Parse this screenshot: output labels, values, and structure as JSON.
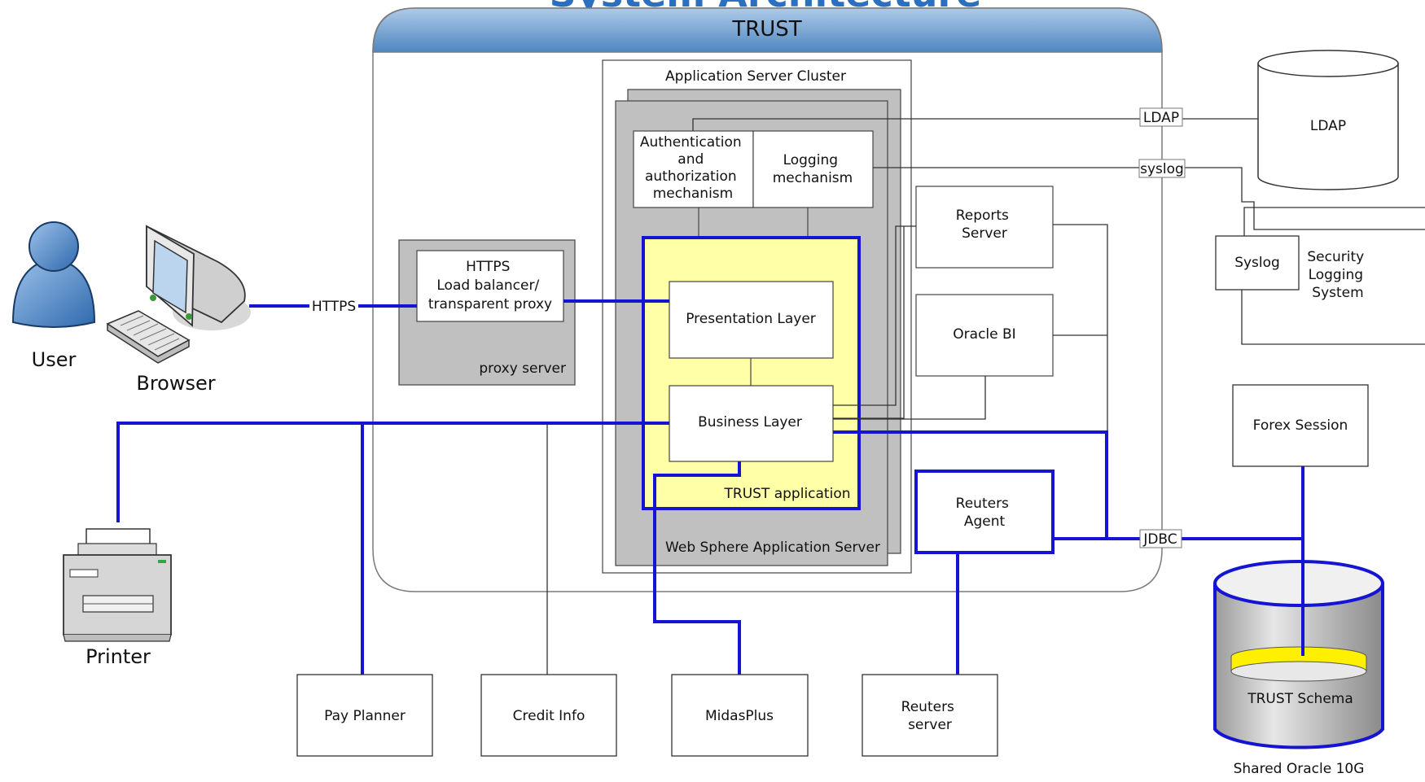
{
  "title_partial": "System Architecture",
  "trust_header": "TRUST",
  "user_label": "User",
  "browser_label": "Browser",
  "printer_label": "Printer",
  "proxy": {
    "box_line1": "HTTPS",
    "box_line2": "Load balancer/",
    "box_line3": "transparent proxy",
    "server_label": "proxy server"
  },
  "https_label": "HTTPS",
  "cluster_label": "Application Server Cluster",
  "auth_lines": [
    "Authentication",
    "and",
    "authorization",
    "mechanism"
  ],
  "logging_lines": [
    "Logging",
    "mechanism"
  ],
  "presentation_label": "Presentation Layer",
  "business_label": "Business Layer",
  "trust_app_label": "TRUST application",
  "websphere_label": "Web Sphere Application Server",
  "reports_lines": [
    "Reports",
    "Server"
  ],
  "oracle_bi_label": "Oracle BI",
  "reuters_agent_lines": [
    "Reuters",
    "Agent"
  ],
  "ldap_label": "LDAP",
  "ldap_db_label": "LDAP",
  "syslog_link_label": "syslog",
  "syslog_box_label": "Syslog",
  "security_logging_lines": [
    "Security",
    "Logging",
    "System"
  ],
  "forex_label": "Forex Session",
  "jdbc_label": "JDBC",
  "trust_schema_label": "TRUST Schema",
  "oracle_label": "Shared Oracle 10G",
  "bottom_boxes": {
    "pay_planner": "Pay Planner",
    "credit_info": "Credit Info",
    "midasplus": "MidasPlus",
    "reuters_server_lines": [
      "Reuters",
      "server"
    ]
  },
  "colors": {
    "blue_link": "#1414d2",
    "yellow_app": "#ffffa8",
    "grey_box": "#c0c0c0",
    "header_blue": "#7fa8d4"
  }
}
